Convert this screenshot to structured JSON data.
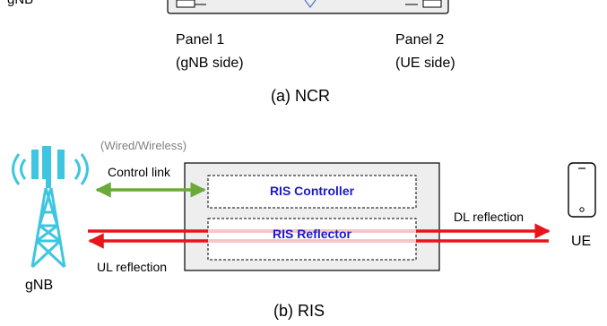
{
  "ncr": {
    "gnb_label": "gNB",
    "panel1_line1": "Panel 1",
    "panel1_line2": "(gNB side)",
    "panel2_line1": "Panel 2",
    "panel2_line2": "(UE side)",
    "caption": "(a) NCR"
  },
  "ris": {
    "link_type": "(Wired/Wireless)",
    "control_link": "Control link",
    "controller": "RIS Controller",
    "reflector": "RIS Reflector",
    "dl_reflection": "DL reflection",
    "ul_reflection": "UL reflection",
    "gnb_label": "gNB",
    "ue_label": "UE",
    "caption": "(b) RIS"
  },
  "colors": {
    "antenna": "#3ec6e0",
    "control_link": "#6aaa3a",
    "reflection": "#e8141b",
    "ris_label": "#1a1acc",
    "box_fill": "#eeeeee",
    "muted_text": "#808080"
  },
  "icons": {
    "gnb": "cell-tower-icon",
    "ue": "smartphone-icon"
  }
}
